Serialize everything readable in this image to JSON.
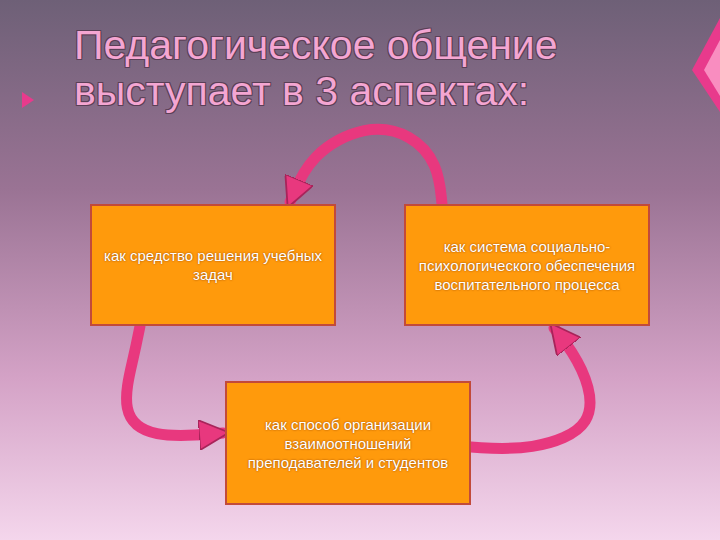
{
  "diagram": {
    "title": "Педагогическое общение выступает в 3 аспектах:",
    "nodes": [
      {
        "text": [
          "как средство решения учебных задач"
        ]
      },
      {
        "text": [
          "как система социально-психологического обеспечения воспитательного процесса"
        ]
      },
      {
        "text": [
          "как способ организации взаимоотношений преподавателей и студентов"
        ]
      }
    ],
    "edges": [
      {
        "from": 1,
        "to": 0,
        "arrow": "to"
      },
      {
        "from": 0,
        "to": 2,
        "arrow": "to"
      },
      {
        "from": 2,
        "to": 1,
        "arrow": "to"
      }
    ]
  }
}
